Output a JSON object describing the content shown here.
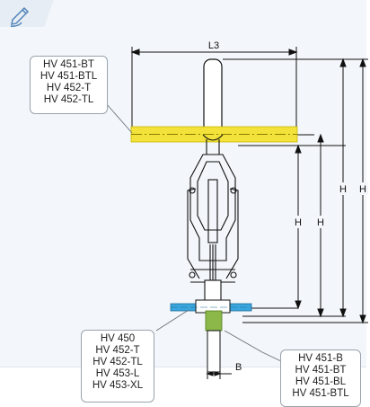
{
  "icon": "edit-pencil-icon",
  "dimensions": {
    "top_width": "L3",
    "height_1": "H",
    "height_2": "H",
    "height_3": "H",
    "height_4": "H",
    "bolt": "B"
  },
  "callouts": {
    "top_left": [
      "HV 451-BT",
      "HV 451-BTL",
      "HV 452-T",
      "HV 452-TL"
    ],
    "bottom_left": [
      "HV 450",
      "HV 452-T",
      "HV 452-TL",
      "HV 453-L",
      "HV 453-XL"
    ],
    "bottom_right": [
      "HV 451-B",
      "HV 451-BT",
      "HV 451-BL",
      "HV 451-BTL"
    ]
  },
  "colors": {
    "tag_fill": "#e6edf5",
    "panel_bg": "#f3f6fa",
    "handle_highlight": "#f2e23a",
    "flange_blue": "#3aa6dd",
    "stem_green": "#8cb84a",
    "line": "#222222"
  }
}
